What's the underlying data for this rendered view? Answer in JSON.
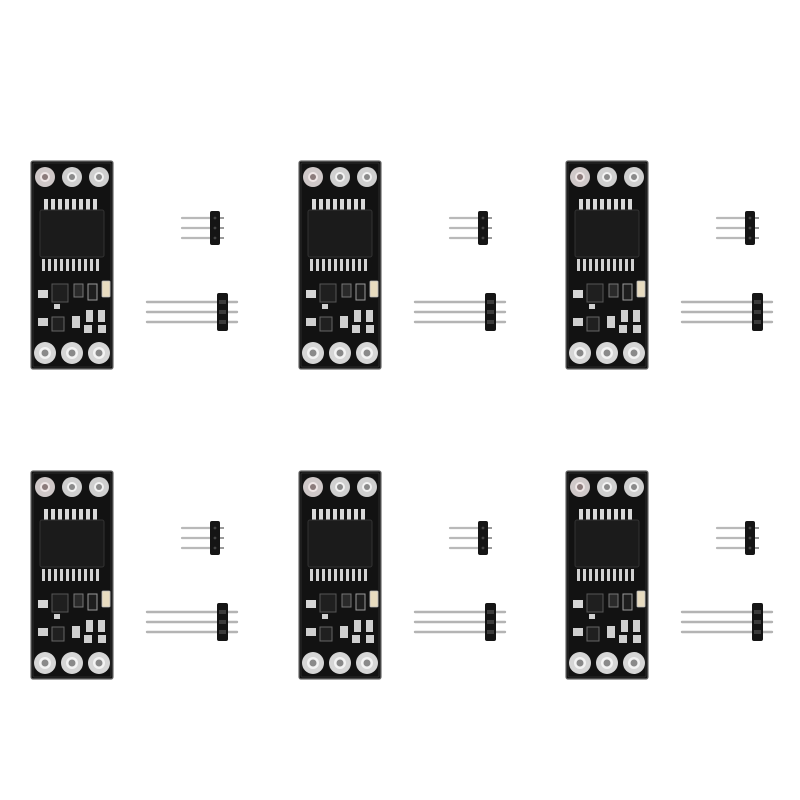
{
  "image": {
    "background": "#ffffff",
    "grid": {
      "rows": 2,
      "columns": 3
    },
    "board_color": "#121212",
    "pad_color": "#c9c9c9",
    "led_color": "#e8dcc0",
    "header_plastic_color": "#151515",
    "header_pin_color": "#b9b9b9"
  },
  "modules": [
    {
      "id": "module-1",
      "row": 1,
      "col": 1,
      "items": [
        "pcb-board",
        "short-3-pin-header",
        "long-3-pin-header"
      ]
    },
    {
      "id": "module-2",
      "row": 1,
      "col": 2,
      "items": [
        "pcb-board",
        "short-3-pin-header",
        "long-3-pin-header"
      ]
    },
    {
      "id": "module-3",
      "row": 1,
      "col": 3,
      "items": [
        "pcb-board",
        "short-3-pin-header",
        "long-3-pin-header"
      ]
    },
    {
      "id": "module-4",
      "row": 2,
      "col": 1,
      "items": [
        "pcb-board",
        "short-3-pin-header",
        "long-3-pin-header"
      ]
    },
    {
      "id": "module-5",
      "row": 2,
      "col": 2,
      "items": [
        "pcb-board",
        "short-3-pin-header",
        "long-3-pin-header"
      ]
    },
    {
      "id": "module-6",
      "row": 2,
      "col": 3,
      "items": [
        "pcb-board",
        "short-3-pin-header",
        "long-3-pin-header"
      ]
    }
  ]
}
